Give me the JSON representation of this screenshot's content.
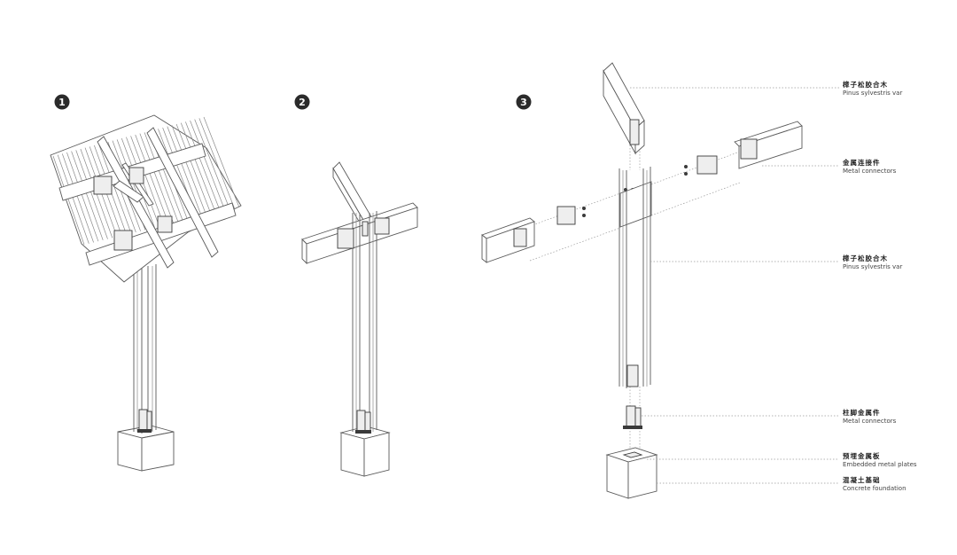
{
  "steps": [
    {
      "number": "1"
    },
    {
      "number": "2"
    },
    {
      "number": "3"
    }
  ],
  "callouts": [
    {
      "cn": "樟子松胶合木",
      "en": "Pinus sylvestris var"
    },
    {
      "cn": "金属连接件",
      "en": "Metal connectors"
    },
    {
      "cn": "樟子松胶合木",
      "en": "Pinus sylvestris var"
    },
    {
      "cn": "柱脚金属件",
      "en": "Metal connectors"
    },
    {
      "cn": "预埋金属板",
      "en": "Embedded metal plates"
    },
    {
      "cn": "混凝土基础",
      "en": "Concrete foundation"
    }
  ]
}
